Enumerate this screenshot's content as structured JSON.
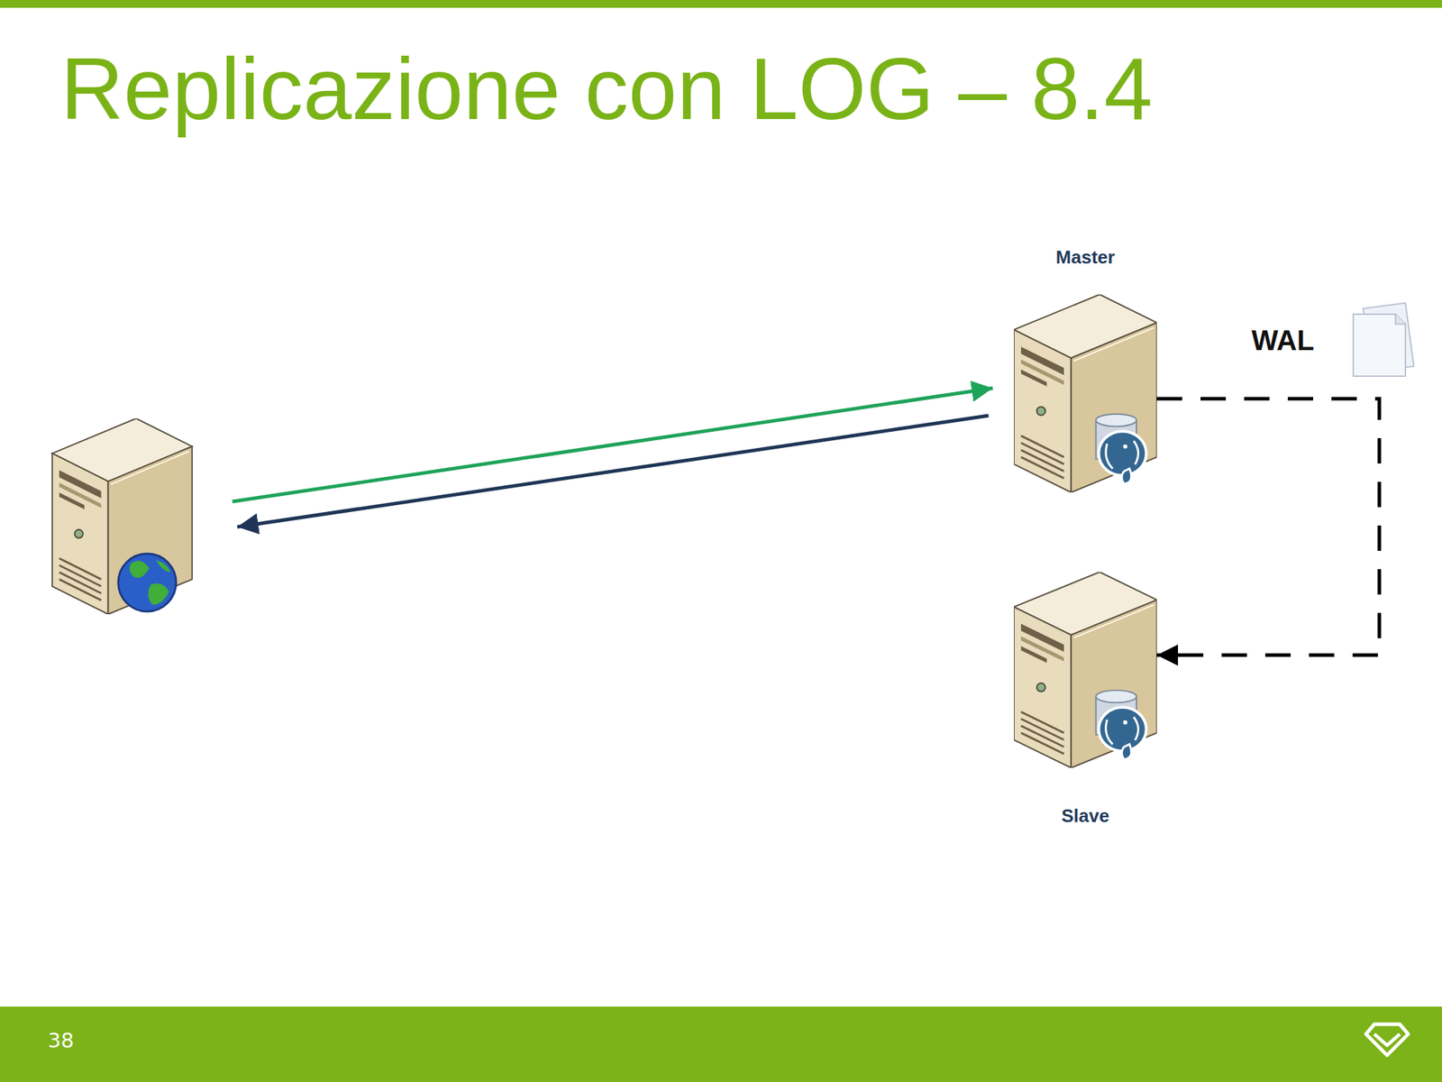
{
  "diagram": {
    "title": "Replicazione con LOG – 8.4",
    "nodes": [
      {
        "text": [
          "Master"
        ]
      },
      {
        "text": [
          "Slave"
        ]
      }
    ],
    "edges": [
      {
        "from": 0,
        "to": 1,
        "arrow": "to",
        "label": "WAL"
      }
    ],
    "labels": [
      "38"
    ]
  }
}
